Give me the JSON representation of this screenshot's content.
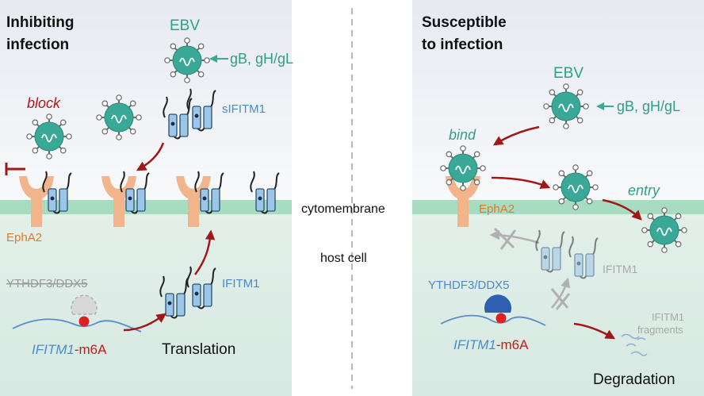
{
  "left_panel": {
    "title_line1": "Inhibiting",
    "title_line2": "infection",
    "ebv_label": "EBV",
    "glyco_label": "gB, gH/gL",
    "block_label": "block",
    "sifitm1_label": "sIFITM1",
    "epha2_label": "EphA2",
    "reader_label": "YTHDF3/DDX5",
    "ifitm1_label": "IFITM1",
    "mrna_gene": "IFITM1",
    "mrna_mod": "-m6A",
    "process_label": "Translation"
  },
  "center": {
    "membrane_label": "cytomembrane",
    "cell_label": "host cell"
  },
  "right_panel": {
    "title_line1": "Susceptible",
    "title_line2": "to infection",
    "ebv_label": "EBV",
    "glyco_label": "gB, gH/gL",
    "bind_label": "bind",
    "entry_label": "entry",
    "epha2_label": "EphA2",
    "ifitm1_label": "IFITM1",
    "reader_label": "YTHDF3/DDX5",
    "fragments_line1": "IFITM1",
    "fragments_line2": "fragments",
    "mrna_gene": "IFITM1",
    "mrna_mod": "-m6A",
    "process_label": "Degradation"
  },
  "colors": {
    "virus": "#3aa896",
    "virus_text": "#2f9e8a",
    "membrane": "#a8dcc0",
    "epha2": "#f2b48a",
    "epha2_text": "#e07a2a",
    "ifitm_blue": "#9cc6e8",
    "ifitm_text": "#4a8cc8",
    "arrow_red": "#a01818",
    "m6a_red": "#e02020",
    "reader_blue": "#2f5fb0",
    "faded_gray": "#a8a8a8"
  }
}
